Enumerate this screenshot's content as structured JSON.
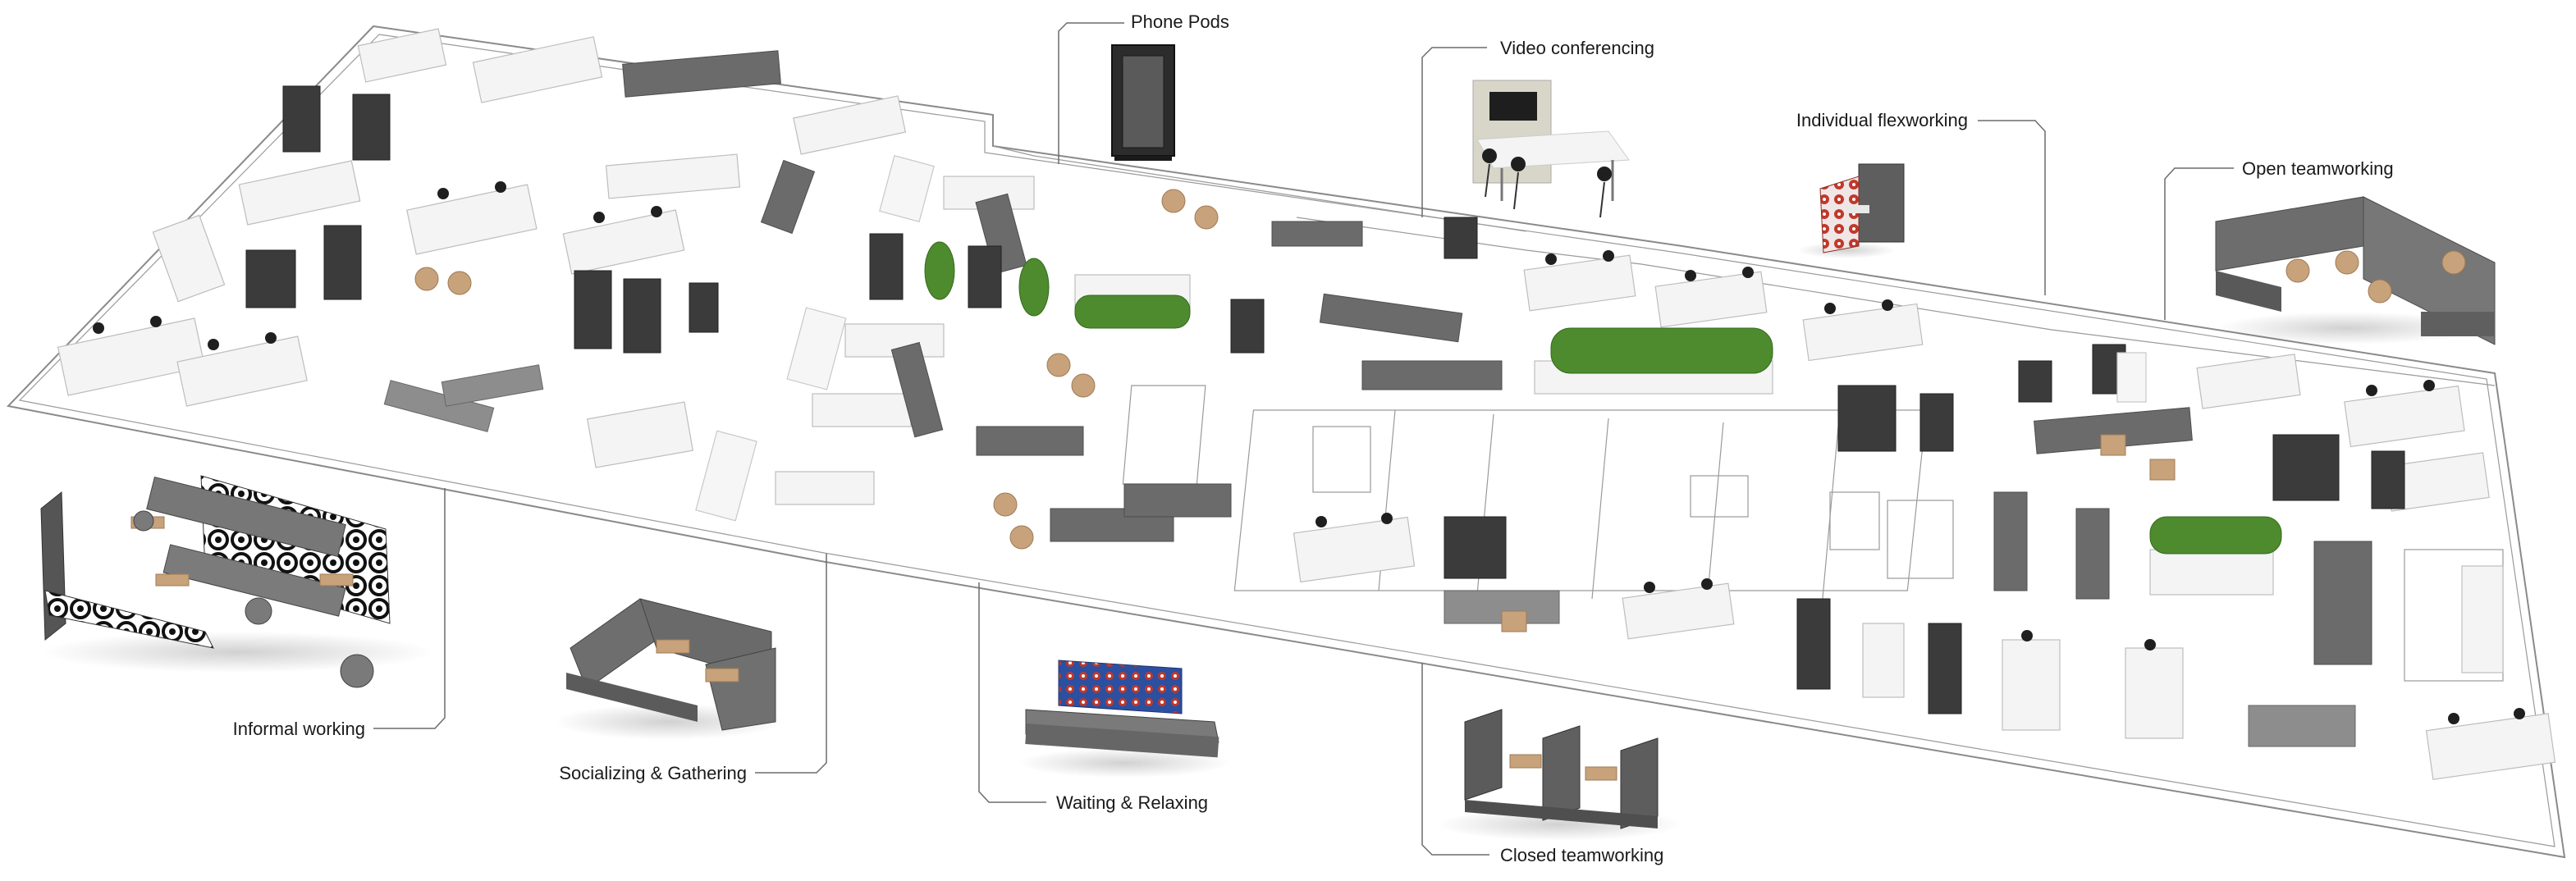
{
  "labels": {
    "phone_pods": "Phone Pods",
    "video_conferencing": "Video conferencing",
    "individual_flexworking": "Individual flexworking",
    "open_teamworking": "Open teamworking",
    "informal_working": "Informal working",
    "socializing_gathering": "Socializing & Gathering",
    "waiting_relaxing": "Waiting & Relaxing",
    "closed_teamworking": "Closed teamworking"
  },
  "colors": {
    "sofa_grey": "#6b6b6b",
    "pod_dark": "#3b3b3b",
    "desk_white": "#f4f4f4",
    "wood": "#c8a27a",
    "plant_green": "#4e8a2e",
    "pattern_red": "#c0392b",
    "pattern_blue": "#2c4fa0"
  }
}
